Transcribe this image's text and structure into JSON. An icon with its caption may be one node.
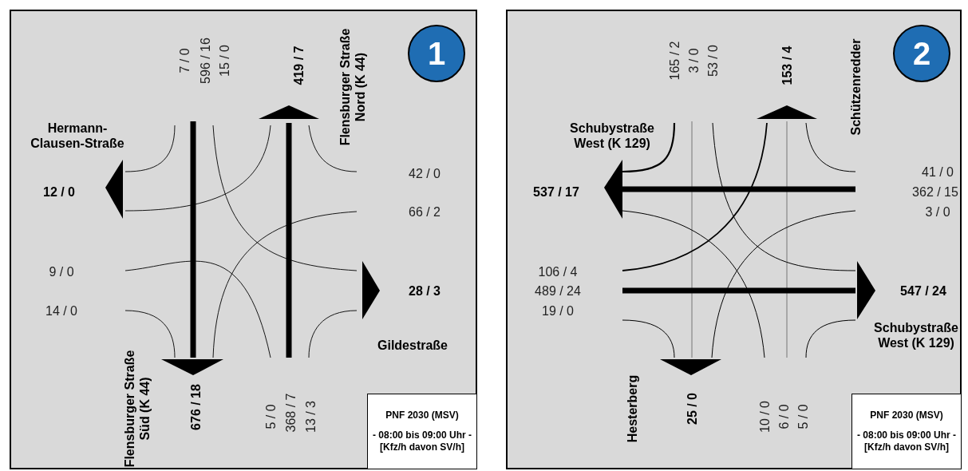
{
  "diagram": {
    "nodes": [
      {
        "text": [],
        "shape": "box"
      },
      {
        "text": [
          "1"
        ],
        "in": 0
      },
      {
        "text": [
          "PNF 2030 (MSV)",
          "- 08:00 bis 09:00 Uhr -",
          "[Kfz/h davon SV/h]"
        ],
        "in": 0
      },
      {
        "text": [],
        "shape": "box"
      },
      {
        "text": [
          "2"
        ],
        "in": 3
      },
      {
        "text": [
          "PNF 2030 (MSV)",
          "- 08:00 bis 09:00 Uhr -",
          "[Kfz/h davon SV/h]"
        ],
        "in": 3
      }
    ],
    "labels": [
      "7 / 0",
      "596 / 16",
      "15 / 0",
      "419 / 7",
      "Flensburger Straße Nord (K 44)",
      "Hermann-Clausen-Straße",
      "42 / 0",
      "12 / 0",
      "66 / 2",
      "9 / 0",
      "28 / 3",
      "14 / 0",
      "Gildestraße",
      "Flensburger Straße Süd (K 44)",
      "676 / 18",
      "5 / 0",
      "368 / 7",
      "13 / 3",
      "165 / 2",
      "3 / 0",
      "53 / 0",
      "153 / 4",
      "Schützenredder",
      "Schubystraße West (K 129)",
      "537 / 17",
      "41 / 0",
      "362 / 15",
      "3 / 0",
      "106 / 4",
      "489 / 24",
      "547 / 24",
      "19 / 0",
      "Schubystraße West (K 129)",
      "Hesterberg",
      "25 / 0",
      "10 / 0",
      "6 / 0",
      "5 / 0"
    ]
  }
}
